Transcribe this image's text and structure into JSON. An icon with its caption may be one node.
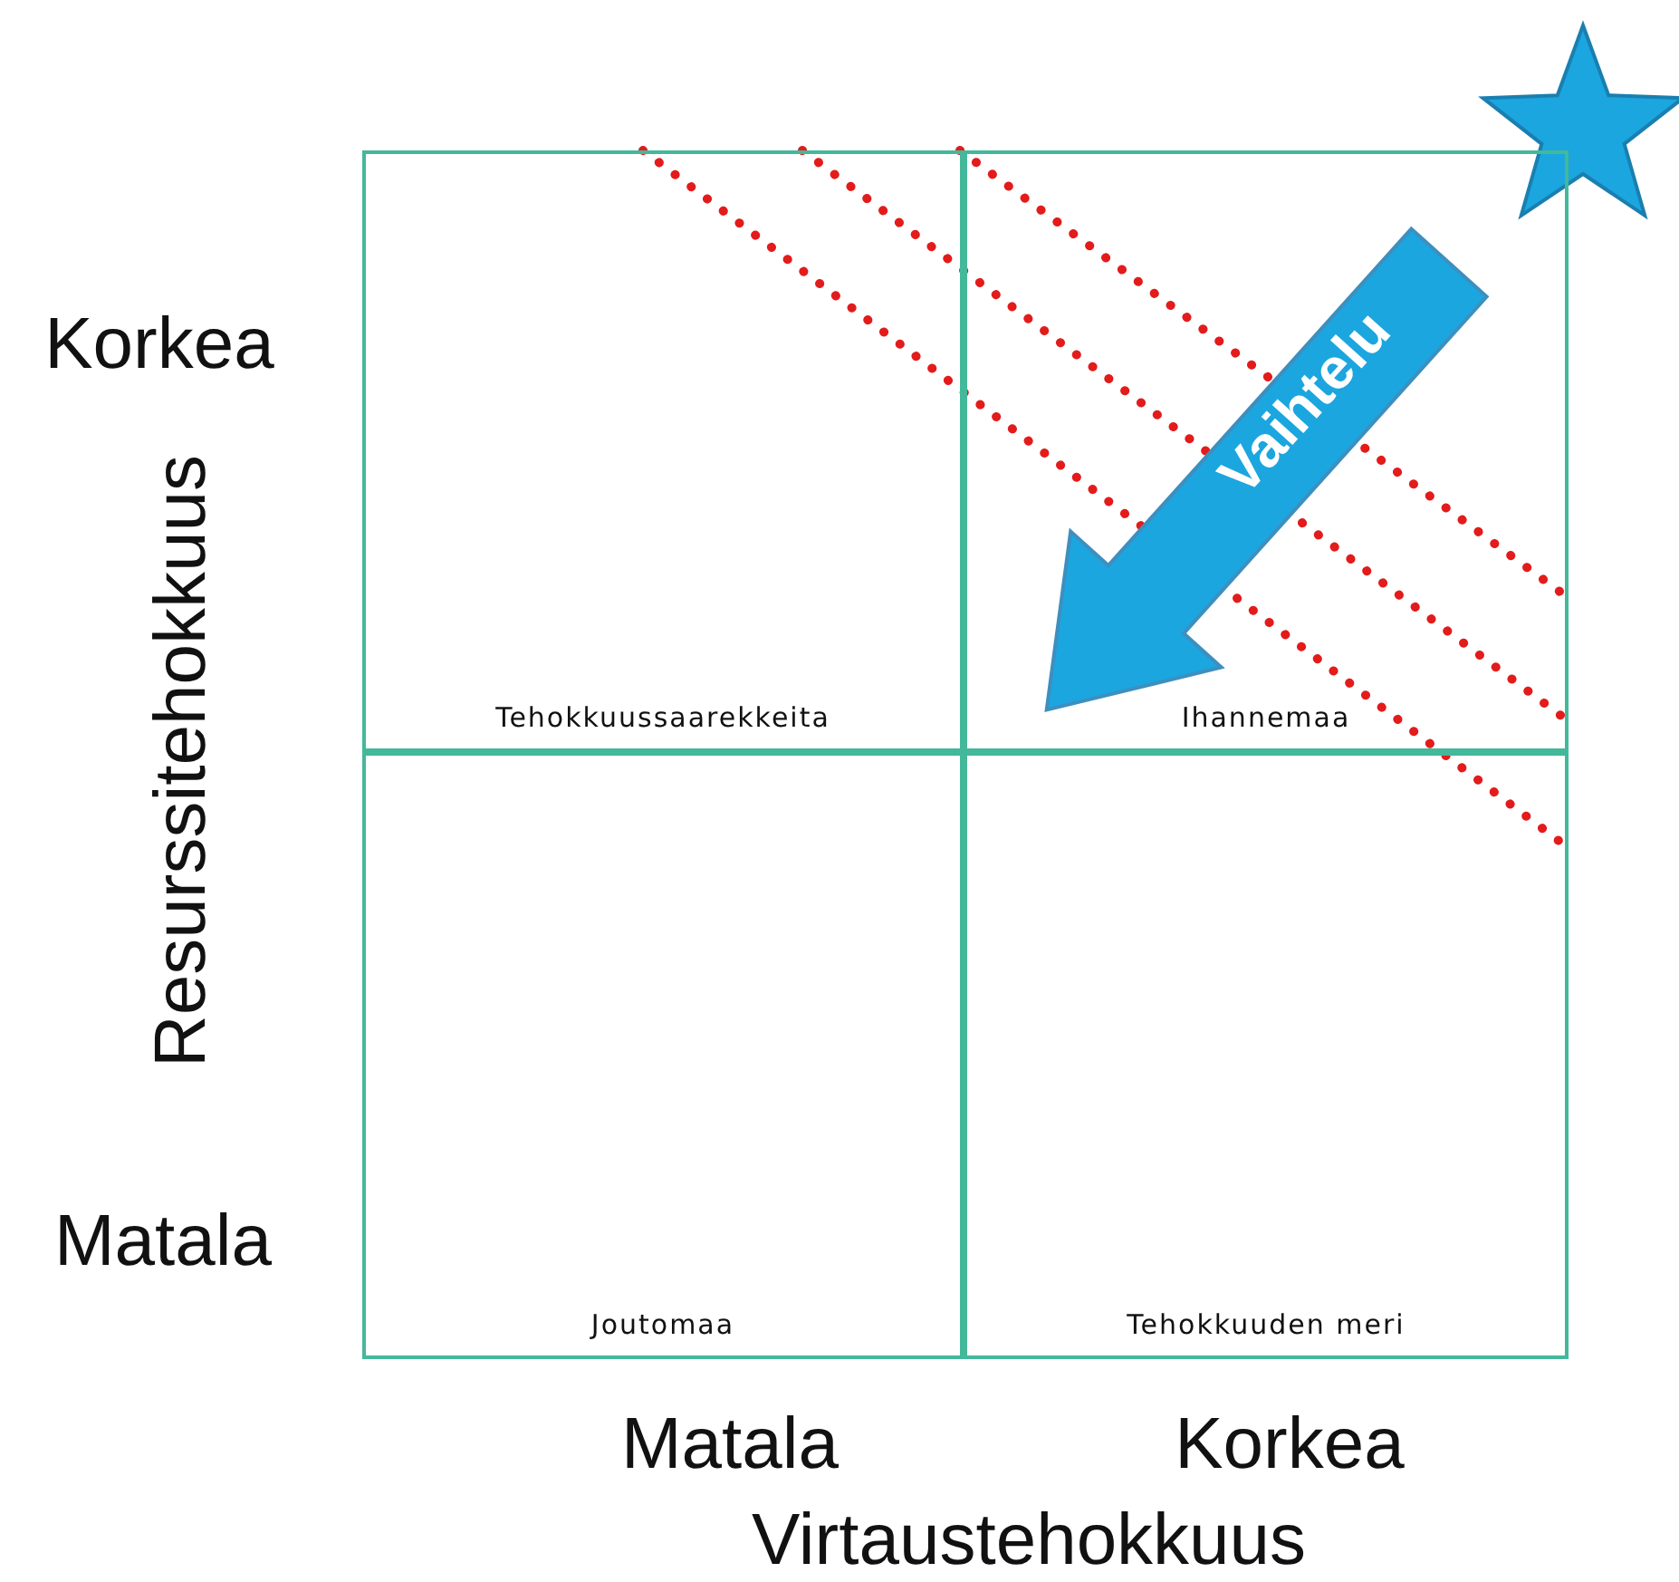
{
  "diagram": {
    "nodes": [
      {
        "text": [
          "Tehokkuussaarekkeita"
        ]
      },
      {
        "text": [
          "Ihannemaa"
        ]
      },
      {
        "text": [
          "Joutomaa"
        ]
      },
      {
        "text": [
          "Tehokkuuden meri"
        ]
      }
    ],
    "labels": [
      "Korkea",
      "Resurssitehokkuus",
      "Vaihtelu",
      "Matala",
      "Matala",
      "Korkea",
      "Virtaustehokkuus"
    ]
  }
}
